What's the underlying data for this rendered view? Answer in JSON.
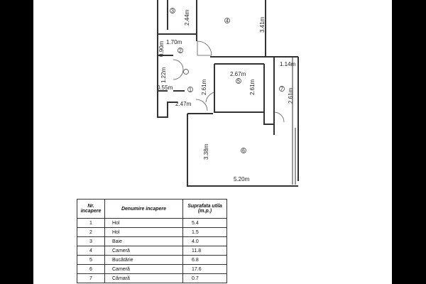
{
  "plan": {
    "dimensions": {
      "d244": "2.44m",
      "d341": "3.41m",
      "d170": "1.70m",
      "d090": "0.90m",
      "d114": "1.14m",
      "d267": "2.67m",
      "d261a": "2.61m",
      "d261b": "2.61m",
      "d261c": "2.61m",
      "d122": "1.22m",
      "d055": "0.55m",
      "d247": "2.47m",
      "d338": "3.38m",
      "d520": "5.20m"
    },
    "room_numbers": [
      "1",
      "2",
      "3",
      "4",
      "5",
      "6",
      "7"
    ]
  },
  "table": {
    "headers": {
      "nr": "Nr. incapere",
      "name": "Denumire incapere",
      "area": "Suprafata utila (m.p.)"
    },
    "rows": [
      {
        "nr": "1",
        "name": "Hol",
        "area": "5.4"
      },
      {
        "nr": "2",
        "name": "Hol",
        "area": "1.5"
      },
      {
        "nr": "3",
        "name": "Baie",
        "area": "4.0"
      },
      {
        "nr": "4",
        "name": "Cameră",
        "area": "11.8"
      },
      {
        "nr": "5",
        "name": "Bucătărie",
        "area": "6.8"
      },
      {
        "nr": "6",
        "name": "Cameră",
        "area": "17.6"
      },
      {
        "nr": "7",
        "name": "Cămară",
        "area": "0.7"
      }
    ]
  }
}
